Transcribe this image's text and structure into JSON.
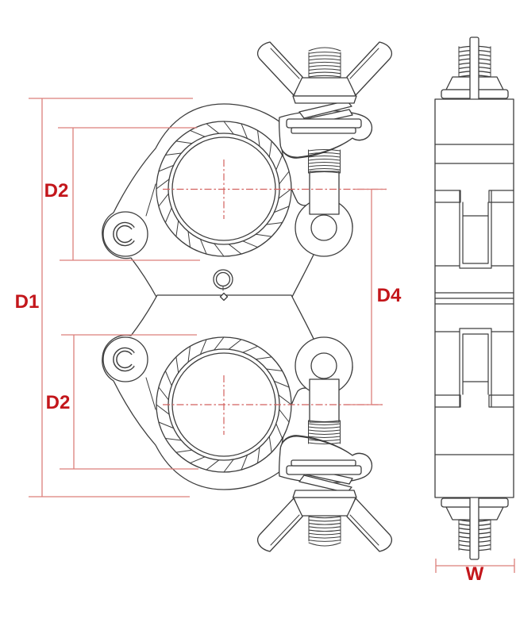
{
  "page": {
    "title": "Swivel coupler clamp technical drawing"
  },
  "drawing": {
    "views": {
      "front": "front view of double tube clamp with wing nut bolts",
      "side": "side profile view of coupler body"
    },
    "dimension_labels": {
      "d1": "D1",
      "d2_top": "D2",
      "d2_bottom": "D2",
      "d4": "D4",
      "w": "W"
    },
    "colors": {
      "dimension_line": "#dc7f7b",
      "dimension_text": "#c3161b",
      "line_art": "#3d3d3d",
      "background": "#ffffff"
    }
  }
}
